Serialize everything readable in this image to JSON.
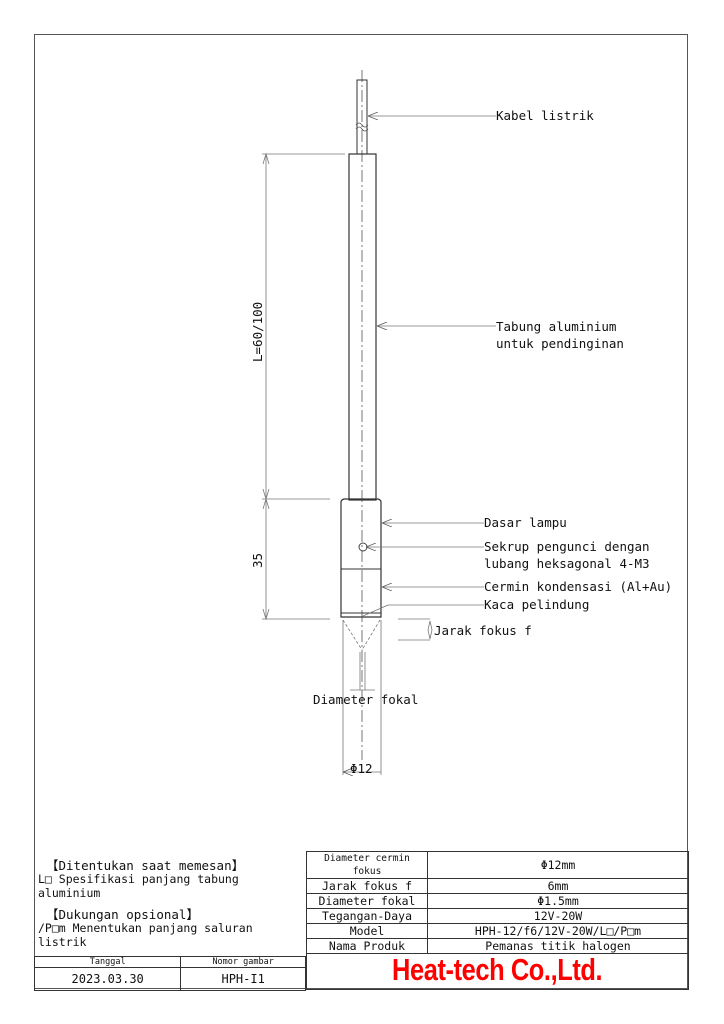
{
  "drawing": {
    "labels": {
      "cable": "Kabel listrik",
      "tube_line1": "Tabung aluminium",
      "tube_line2": "untuk pendinginan",
      "lamp_base": "Dasar lampu",
      "screw_line1": "Sekrup pengunci dengan",
      "screw_line2": "lubang heksagonal   4-M3",
      "mirror": "Cermin kondensasi (Al+Au)",
      "glass": "Kaca pelindung",
      "focal_distance": "Jarak fokus f",
      "focal_diameter": "Diameter fokal"
    },
    "dimensions": {
      "tube_length": "L=60/100",
      "head_length": "35",
      "diameter": "Φ12"
    }
  },
  "notes": {
    "heading1": "【Ditentukan saat memesan】",
    "line1": "L□ Spesifikasi panjang tabung aluminium",
    "heading2": "【Dukungan opsional】",
    "line2": "/P□m Menentukan panjang saluran listrik"
  },
  "spec_table": [
    {
      "key": "Diameter cermin fokus",
      "value": "Φ12mm"
    },
    {
      "key": "Jarak fokus f",
      "value": "6mm"
    },
    {
      "key": "Diameter fokal",
      "value": "Φ1.5mm"
    },
    {
      "key": "Tegangan-Daya",
      "value": "12V-20W"
    },
    {
      "key": "Model",
      "value": "HPH-12/f6/12V-20W/L□/P□m"
    },
    {
      "key": "Nama Produk",
      "value": "Pemanas titik halogen"
    }
  ],
  "meta": {
    "date_label": "Tanggal",
    "drawing_no_label": "Nomor gambar",
    "date": "2023.03.30",
    "drawing_no": "HPH-I1"
  },
  "company": {
    "name": "Heat-tech Co.,Ltd.",
    "color": "#ff0000"
  }
}
